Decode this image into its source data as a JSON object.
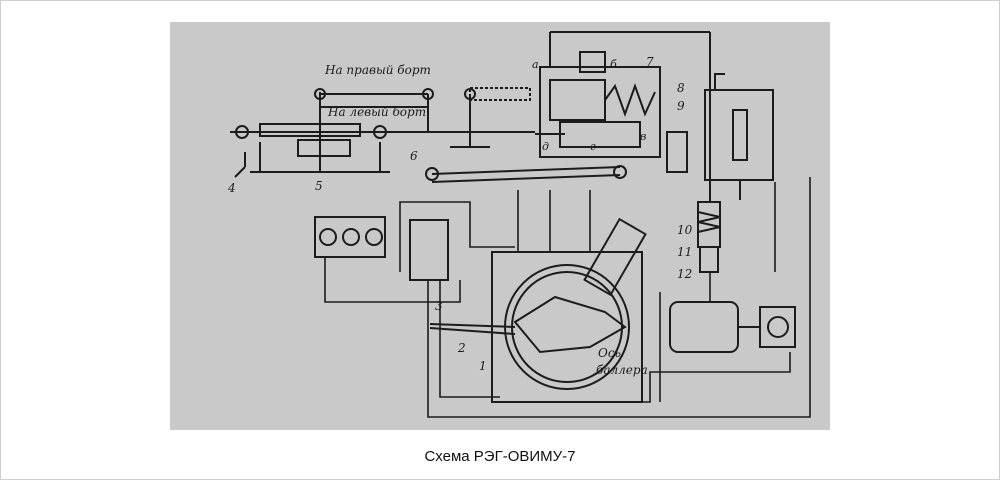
{
  "caption": "Схема РЭГ-ОВИМУ-7",
  "labels": {
    "right_board": "На правый борт",
    "left_board": "На левый борт",
    "axis": "Ось",
    "baller": "баллера",
    "a": "а",
    "b": "б",
    "v": "в",
    "g": "г",
    "d": "д"
  },
  "numbers": [
    "1",
    "2",
    "3",
    "4",
    "5",
    "6",
    "7",
    "8",
    "9",
    "10",
    "11",
    "12"
  ],
  "colors": {
    "photo_bg": "#c9c9c9",
    "ink": "#1c1c1c",
    "border": "#cfcfcf"
  }
}
